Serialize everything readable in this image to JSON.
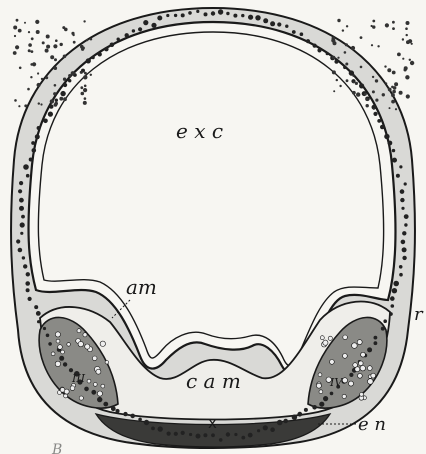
{
  "figure": {
    "labels": {
      "exc": "e x c",
      "am": "am",
      "cam": "c a m",
      "en": "e n",
      "x_mark": "x",
      "left_mass": "III",
      "right_mass": "IV",
      "edge_letter": "r",
      "corner_mark": "B"
    },
    "colors": {
      "paper": "#f7f6f2",
      "ink": "#1a1a1a",
      "tissue_light": "#cfcfcf",
      "tissue_dark": "#2a2a2a"
    }
  }
}
